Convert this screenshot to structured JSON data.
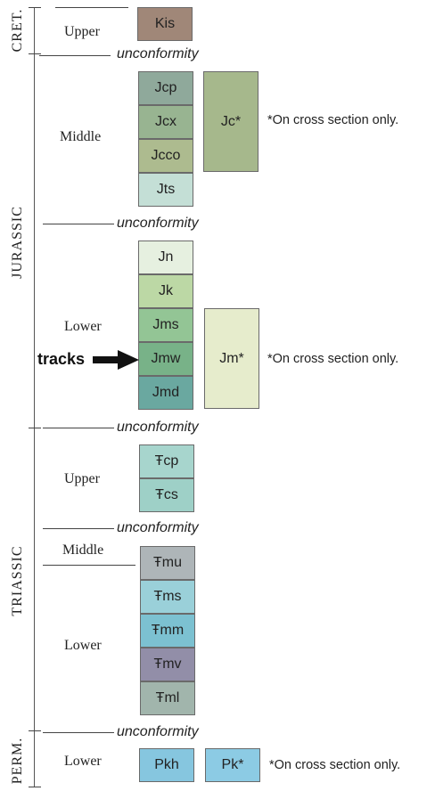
{
  "periods": {
    "cretaceous": "CRET.",
    "jurassic": "JURASSIC",
    "triassic": "TRIASSIC",
    "permian": "PERM."
  },
  "epochs": {
    "cret_upper": "Upper",
    "jur_middle": "Middle",
    "jur_lower": "Lower",
    "tri_upper": "Upper",
    "tri_middle": "Middle",
    "tri_lower": "Lower",
    "perm_lower": "Lower"
  },
  "unconformities": [
    "unconformity",
    "unconformity",
    "unconformity",
    "unconformity",
    "unconformity"
  ],
  "units": {
    "kis": {
      "label": "Kis",
      "color": "#a08778"
    },
    "jcp": {
      "label": "Jcp",
      "color": "#8fa99b"
    },
    "jcx": {
      "label": "Jcx",
      "color": "#98b491"
    },
    "jcco": {
      "label": "Jcco",
      "color": "#adbb8f"
    },
    "jts": {
      "label": "Jts",
      "color": "#c4dfd6"
    },
    "jc": {
      "label": "Jc*",
      "color": "#a6b88c"
    },
    "jn": {
      "label": "Jn",
      "color": "#e6f0e0"
    },
    "jk": {
      "label": "Jk",
      "color": "#bcd8a5"
    },
    "jms": {
      "label": "Jms",
      "color": "#93c595"
    },
    "jmw": {
      "label": "Jmw",
      "color": "#78b288"
    },
    "jmd": {
      "label": "Jmd",
      "color": "#6aa8a0"
    },
    "jm": {
      "label": "Jm*",
      "color": "#e6eccc"
    },
    "trcp": {
      "label": "Ŧcp",
      "color": "#a7d5cd"
    },
    "trcs": {
      "label": "Ŧcs",
      "color": "#9ed0c7"
    },
    "trmu": {
      "label": "Ŧmu",
      "color": "#aeb5b8"
    },
    "trms": {
      "label": "Ŧms",
      "color": "#9ad0d9"
    },
    "trmm": {
      "label": "Ŧmm",
      "color": "#7cc1d1"
    },
    "trmv": {
      "label": "Ŧmv",
      "color": "#928ea8"
    },
    "trml": {
      "label": "Ŧml",
      "color": "#a1b5ac"
    },
    "pkh": {
      "label": "Pkh",
      "color": "#86c6df"
    },
    "pk": {
      "label": "Pk*",
      "color": "#8ccbe4"
    }
  },
  "notes": {
    "jc_note": "*On cross section only.",
    "jm_note": "*On cross section only.",
    "pk_note": "*On cross section only."
  },
  "tracks": {
    "label": "tracks"
  }
}
